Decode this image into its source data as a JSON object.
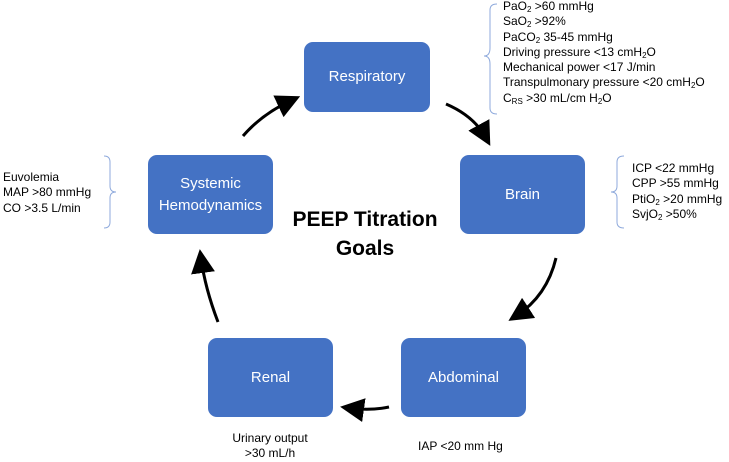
{
  "title": {
    "line1": "PEEP Titration",
    "line2": "Goals"
  },
  "nodes": {
    "respiratory": "Respiratory",
    "brain": "Brain",
    "abdominal": "Abdominal",
    "renal": "Renal",
    "systemic_line1": "Systemic",
    "systemic_line2": "Hemodynamics"
  },
  "goals": {
    "respiratory": [
      {
        "pre": "PaO",
        "sub": "2",
        "post": " >60 mmHg"
      },
      {
        "pre": "SaO",
        "sub": "2",
        "post": " >92%"
      },
      {
        "pre": "PaCO",
        "sub": "2",
        "post": " 35-45 mmHg"
      },
      {
        "pre": "Driving pressure <13 cmH",
        "sub": "2",
        "post": "O"
      },
      {
        "pre": "Mechanical power <17 J/min",
        "sub": "",
        "post": ""
      },
      {
        "pre": "Transpulmonary pressure <20 cmH",
        "sub": "2",
        "post": "O"
      },
      {
        "pre": "C",
        "sub": "RS",
        "post": " >30 mL/cm H",
        "sub2": "2",
        "post2": "O"
      }
    ],
    "brain": [
      {
        "pre": "ICP <22 mmHg",
        "sub": "",
        "post": ""
      },
      {
        "pre": "CPP >55 mmHg",
        "sub": "",
        "post": ""
      },
      {
        "pre": "PtiO",
        "sub": "2",
        "post": " >20 mmHg"
      },
      {
        "pre": "SvjO",
        "sub": "2",
        "post": " >50%"
      }
    ],
    "abdominal": "IAP <20 mm Hg",
    "renal_line1": "Urinary output",
    "renal_line2": ">30 mL/h",
    "systemic": [
      "Euvolemia",
      "MAP >80 mmHg",
      "CO >3.5 L/min"
    ]
  },
  "colors": {
    "node_fill": "#4472C4",
    "bracket": "#8FAADC",
    "arrow": "#000000"
  }
}
